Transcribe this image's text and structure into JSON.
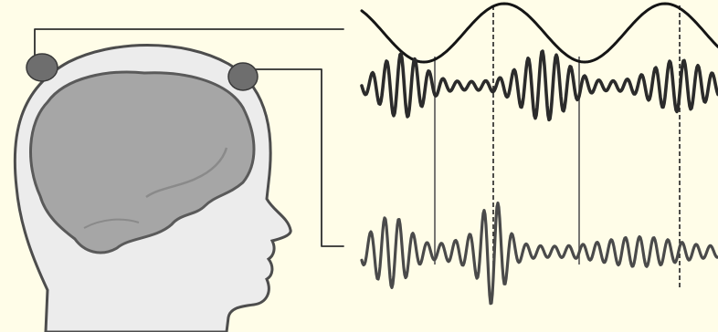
{
  "colors": {
    "background": "#fffde8",
    "head_fill": "#ececec",
    "head_stroke": "#4d4d4d",
    "brain_fill": "#a6a6a6",
    "brain_stroke": "#5a5a5a",
    "electrode_fill": "#6e6e6e",
    "slow_wave": "#151515",
    "fast_wave_top": "#2b2b2b",
    "fast_wave_bottom": "#4a4a4a",
    "lead_wire": "#2e2e2e"
  },
  "figure": {
    "electrodes": [
      "electrode-frontal",
      "electrode-parietal"
    ],
    "traces": [
      "slow-oscillation-trace",
      "coupled-fast-oscillation-trace",
      "uncoupled-fast-oscillation-trace"
    ],
    "event_markers": [
      {
        "style": "solid"
      },
      {
        "style": "dashed"
      },
      {
        "style": "solid"
      },
      {
        "style": "dashed"
      }
    ]
  }
}
